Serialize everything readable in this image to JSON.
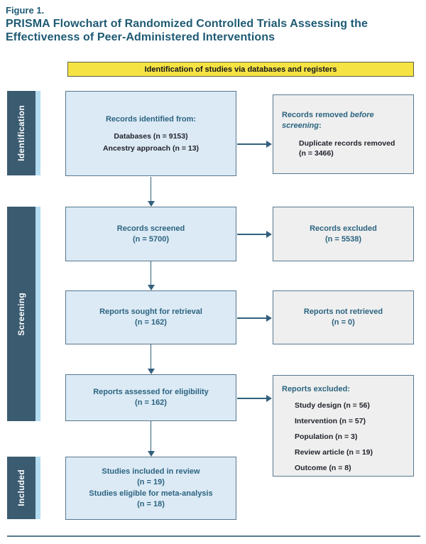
{
  "colors": {
    "title_teal": "#1E5A74",
    "heading_teal": "#2C6480",
    "dark_text": "#21242C",
    "box_blue_fill": "#DCEAF5",
    "box_gray_fill": "#EFEFEF",
    "box_border": "#56788F",
    "sidebar_dark": "#3B5B71",
    "sidebar_light_strip": "#B5DDF2",
    "banner_yellow": "#F5E344",
    "arrow": "#33607D"
  },
  "header": {
    "figure_label": "Figure 1.",
    "title": "PRISMA Flowchart of Randomized Controlled Trials Assessing the Effectiveness of Peer-Administered Interventions"
  },
  "banner": {
    "text": "Identification of studies via databases and registers"
  },
  "stages": [
    {
      "label": "Identification"
    },
    {
      "label": "Screening"
    },
    {
      "label": "Included"
    }
  ],
  "boxes": {
    "records_identified": {
      "heading": "Records identified from:",
      "items": [
        "Databases (n = 9153)",
        "Ancestry approach (n = 13)"
      ]
    },
    "records_removed": {
      "heading_prefix": "Records removed ",
      "heading_italic": "before screening",
      "heading_suffix": ":",
      "item": "Duplicate records removed (n = 3466)"
    },
    "records_screened": {
      "line1": "Records screened",
      "line2": "(n = 5700)"
    },
    "records_excluded": {
      "line1": "Records excluded",
      "line2": "(n = 5538)"
    },
    "reports_sought": {
      "line1": "Reports sought for retrieval",
      "line2": "(n = 162)"
    },
    "reports_not_retrieved": {
      "line1": "Reports not retrieved",
      "line2": "(n = 0)"
    },
    "reports_assessed": {
      "line1": "Reports assessed for eligibility",
      "line2": "(n = 162)"
    },
    "reports_excluded": {
      "heading": "Reports excluded:",
      "items": [
        "Study design (n = 56)",
        "Intervention (n = 57)",
        "Population (n = 3)",
        "Review article (n = 19)",
        "Outcome (n = 8)"
      ]
    },
    "studies_included": {
      "lines": [
        "Studies included in review",
        "(n = 19)",
        "Studies eligible for meta-analysis",
        "(n = 18)"
      ]
    }
  }
}
